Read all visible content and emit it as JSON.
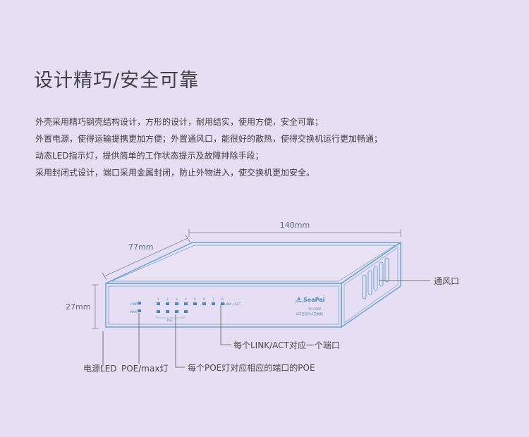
{
  "title": "设计精巧/安全可靠",
  "paragraphs": [
    "外壳采用精巧钢壳结构设计，方形的设计，耐用结实，使用方便，安全可靠；",
    "外置电源，使得运输提携更加方便；外置通风口，能很好的散热，使得交换机运行更加畅通；",
    "动态LED指示灯，提供简单的工作状态提示及故障排除手段；",
    "采用封闭式设计，端口采用金属封闭，防止外物进入，使交换机更加安全。"
  ],
  "dimensions": {
    "length": "140mm",
    "width": "77mm",
    "height": "27mm"
  },
  "device": {
    "brand": "SeaPai",
    "model": "SP-508P",
    "subtitle": "8口百兆PoE交换机",
    "pwr_label": "PWR",
    "max_label": "MAX",
    "port_numbers": [
      "1",
      "2",
      "3",
      "4",
      "5",
      "6",
      "7",
      "8"
    ],
    "link_label": "LINK / ACT",
    "poe_label": "PoE"
  },
  "callouts": {
    "vent": "通风口",
    "link_act": "每个LINK/ACT对应一个端口",
    "power_led": "电源LED",
    "poe_max": "POE/max灯",
    "poe_port": "每个POE灯对应相应的端口的POE"
  },
  "colors": {
    "background": "#e6def2",
    "outline": "#6aa2cf",
    "led": "#4a86c0"
  }
}
